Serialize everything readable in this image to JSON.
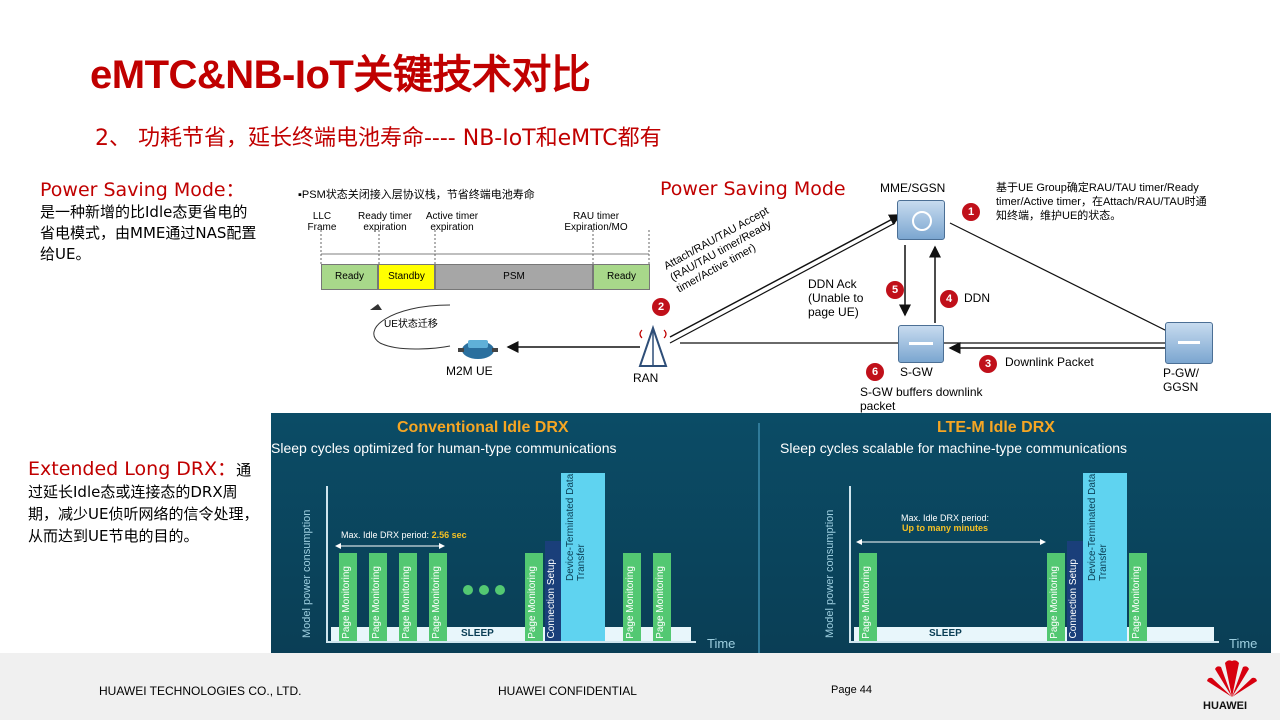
{
  "title": "eMTC&NB-IoT关键技术对比",
  "subtitle": "2、 功耗节省，延长终端电池寿命---- NB-IoT和eMTC都有",
  "left_psm": {
    "label": "Power Saving Mode：",
    "text": "是一种新增的比Idle态更省电的省电模式，由MME通过NAS配置给UE。"
  },
  "left_drx": {
    "label": "Extended Long DRX：",
    "text": "通过延长Idle态或连接态的DRX周期，减少UE侦听网络的信令处理，从而达到UE节电的目的。"
  },
  "psm_timeline": {
    "note": "PSM状态关闭接入层协议栈，节省终端电池寿命",
    "markers": [
      "LLC Frame",
      "Ready timer expiration",
      "Active timer expiration",
      "RAU timer Expiration/MO"
    ],
    "states": [
      "Ready",
      "Standby",
      "PSM",
      "Ready"
    ],
    "ue_move": "UE状态迁移"
  },
  "network": {
    "heading": "Power Saving Mode",
    "mme": "MME/SGSN",
    "mme_note": "基于UE Group确定RAU/TAU timer/Ready timer/Active timer，在Attach/RAU/TAU时通知终端，维护UE的状态。",
    "attach": "Attach/RAU/TAU Accept (RAU/TAU timer/Ready timer/Active timer)",
    "ddn_ack": "DDN Ack (Unable to page UE)",
    "ddn": "DDN",
    "sgw": "S-GW",
    "sgw_note": "S-GW buffers downlink packet",
    "downlink": "Downlink Packet",
    "pgw": "P-GW/ GGSN",
    "ran": "RAN",
    "ue": "M2M UE",
    "steps": [
      "1",
      "2",
      "3",
      "4",
      "5",
      "6"
    ]
  },
  "drx_left": {
    "heading": "Conventional Idle DRX",
    "sub": "Sleep cycles optimized for human-type communications",
    "period": "Max. Idle DRX period:",
    "period_value": "2.56 sec",
    "ylabel": "Model power consumption",
    "time": "Time",
    "sleep": "SLEEP",
    "pm": "Page Monitoring",
    "cs": "Connection Setup",
    "dt": "Device-Terminated Data Transfer"
  },
  "drx_right": {
    "heading": "LTE-M Idle DRX",
    "sub": "Sleep cycles scalable for machine-type communications",
    "period": "Max. Idle DRX period:",
    "period_value": "Up to many minutes",
    "ylabel": "Model power consumption",
    "time": "Time",
    "sleep": "SLEEP",
    "pm": "Page Monitoring",
    "cs": "Connection Setup",
    "dt": "Device-Terminated Data Transfer"
  },
  "footer": {
    "company": "HUAWEI TECHNOLOGIES CO., LTD.",
    "confidential": "HUAWEI CONFIDENTIAL",
    "page": "Page 44",
    "logo": "HUAWEI"
  },
  "colors": {
    "title_red": "#c00000",
    "ready_green": "#a8d88a",
    "standby_yellow": "#ffff00",
    "psm_gray": "#a6a6a6",
    "panel_blue": "#0a3e55",
    "bar_green": "#53c872",
    "bar_cyan": "#5fd3f0"
  }
}
